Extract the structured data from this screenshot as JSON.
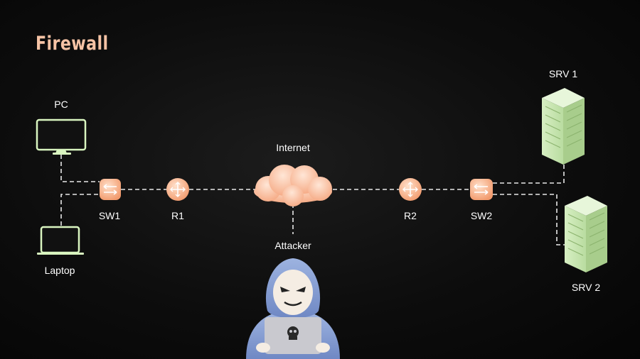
{
  "title": "Firewall",
  "nodes": {
    "pc": "PC",
    "laptop": "Laptop",
    "sw1": "SW1",
    "r1": "R1",
    "internet": "Internet",
    "attacker": "Attacker",
    "r2": "R2",
    "sw2": "SW2",
    "srv1": "SRV 1",
    "srv2": "SRV 2"
  },
  "colors": {
    "title": "#f6c3a5",
    "device_outline": "#d9f5c0",
    "network_device": "#f8b58f",
    "link": "#e8e8e8",
    "server": "#c9e6b3"
  }
}
